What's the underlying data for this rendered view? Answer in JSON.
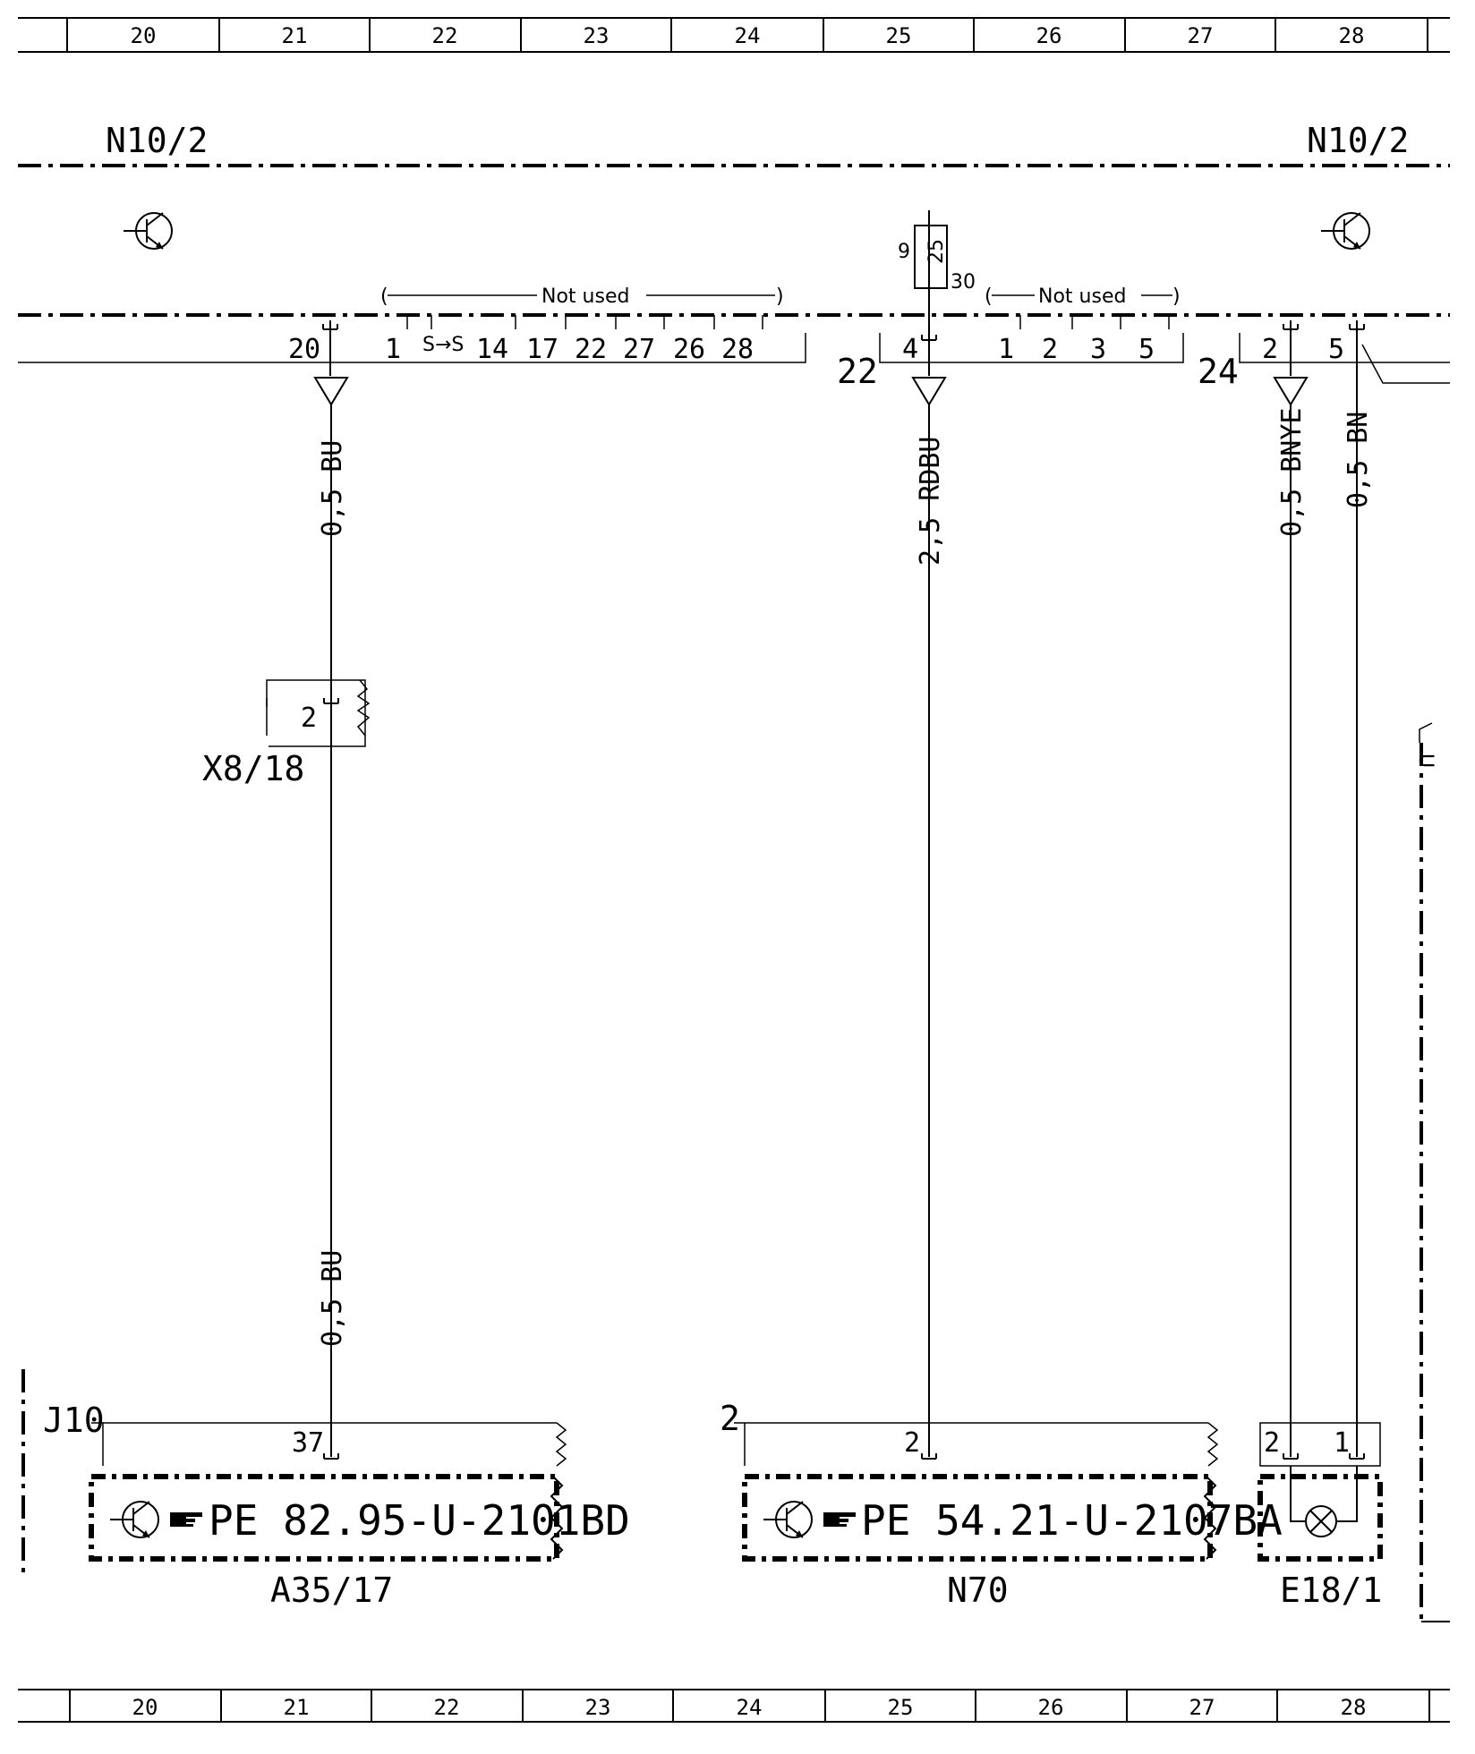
{
  "grid": {
    "columns": [
      "20",
      "21",
      "22",
      "23",
      "24",
      "25",
      "26",
      "27",
      "28"
    ]
  },
  "components": {
    "n10_2_left": "N10/2",
    "n10_2_right": "N10/2",
    "x8_18": "X8/18",
    "a35_17": "A35/17",
    "n70": "N70",
    "e18_1": "E18/1",
    "j10": "J10"
  },
  "connectors": {
    "left_group": {
      "pin_main": "20",
      "pins": [
        "1",
        "14",
        "17",
        "22",
        "27",
        "26",
        "28"
      ],
      "not_used": "Not used"
    },
    "center_group": {
      "label": "22",
      "pin_main": "4",
      "pins": [
        "1",
        "2",
        "3",
        "5"
      ],
      "not_used": "Not used"
    },
    "right_group": {
      "label": "24",
      "pins": [
        "2",
        "5"
      ]
    },
    "fuse": {
      "number": "25",
      "pin_left": "9",
      "pin_right": "30"
    },
    "x8_18_pin": "2",
    "a35_17_pin": "37",
    "n70_label": "2",
    "n70_pin": "2",
    "e18_1_pins": [
      "2",
      "1"
    ]
  },
  "wires": {
    "w1_top": "0,5 BU",
    "w1_bottom": "0,5 BU",
    "w2": "2,5 RDBU",
    "w3": "0,5 BNYE",
    "w4": "0,5 BN"
  },
  "references": {
    "a35_17_ref": "PE 82.95-U-2101BD",
    "n70_ref": "PE 54.21-U-2107BA"
  },
  "edge_label": "U"
}
